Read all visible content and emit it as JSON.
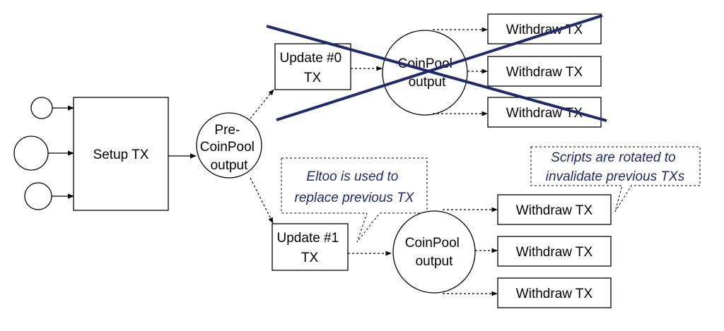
{
  "colors": {
    "note_text": "#1f2a6b",
    "cross_out": "#1f2a6b"
  },
  "setup": {
    "label": "Setup TX"
  },
  "pre_coinpool": {
    "lines": [
      "Pre-",
      "CoinPool",
      "output"
    ]
  },
  "update0": {
    "lines": [
      "Update #0",
      "TX"
    ]
  },
  "update1": {
    "lines": [
      "Update #1",
      "TX"
    ]
  },
  "coinpool_top": {
    "lines": [
      "CoinPool",
      "output"
    ]
  },
  "coinpool_bottom": {
    "lines": [
      "CoinPool",
      "output"
    ]
  },
  "withdraw_label": "Withdraw TX",
  "eltoo_note": {
    "lines": [
      "Eltoo is used to",
      "replace previous TX"
    ]
  },
  "scripts_note": {
    "lines": [
      "Scripts are rotated to",
      "invalidate previous TXs"
    ]
  }
}
